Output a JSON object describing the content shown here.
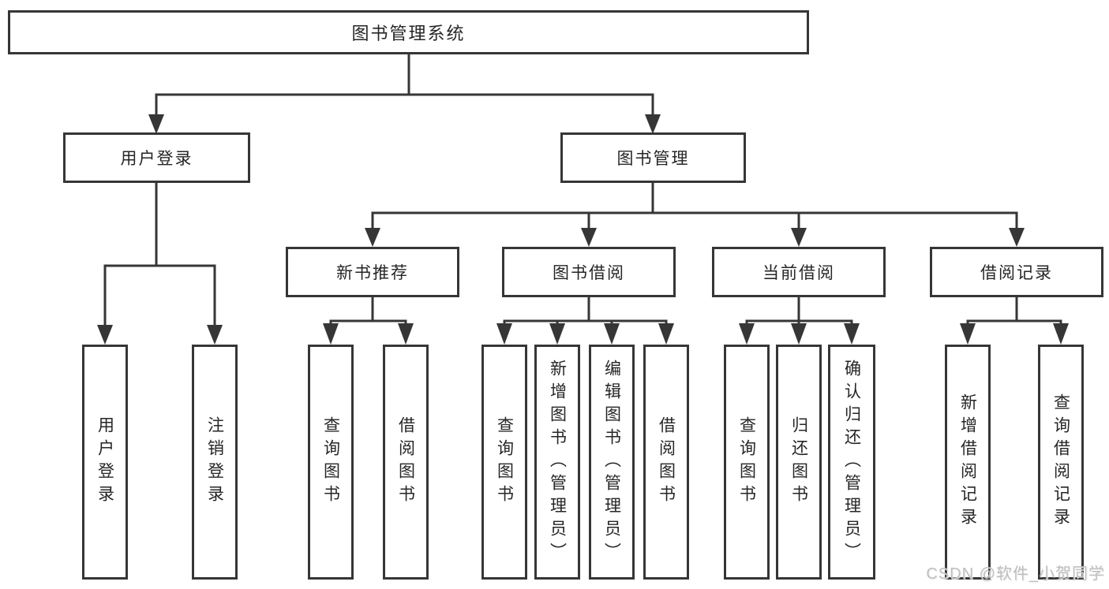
{
  "diagram": {
    "title": "图书管理系统",
    "root": {
      "label": "图书管理系统"
    },
    "user_login": {
      "label": "用户登录",
      "children": [
        "用户登录",
        "注销登录"
      ]
    },
    "book_mgmt": {
      "label": "图书管理"
    },
    "new_book": {
      "label": "新书推荐",
      "children": [
        "查询图书",
        "借阅图书"
      ]
    },
    "book_borrow": {
      "label": "图书借阅",
      "children": [
        "查询图书",
        "新增图书（管理员）",
        "编辑图书（管理员）",
        "借阅图书"
      ]
    },
    "current_borrow": {
      "label": "当前借阅",
      "children": [
        "查询图书",
        "归还图书",
        "确认归还（管理员）"
      ]
    },
    "borrow_records": {
      "label": "借阅记录",
      "children": [
        "新增借阅记录",
        "查询借阅记录"
      ]
    }
  },
  "watermark": {
    "text": "CSDN @软件_小贺同学"
  },
  "colors": {
    "line": "#363636",
    "border": "#363636",
    "text": "#262626",
    "background": "#ffffff",
    "watermark": "#bfbfbf"
  }
}
